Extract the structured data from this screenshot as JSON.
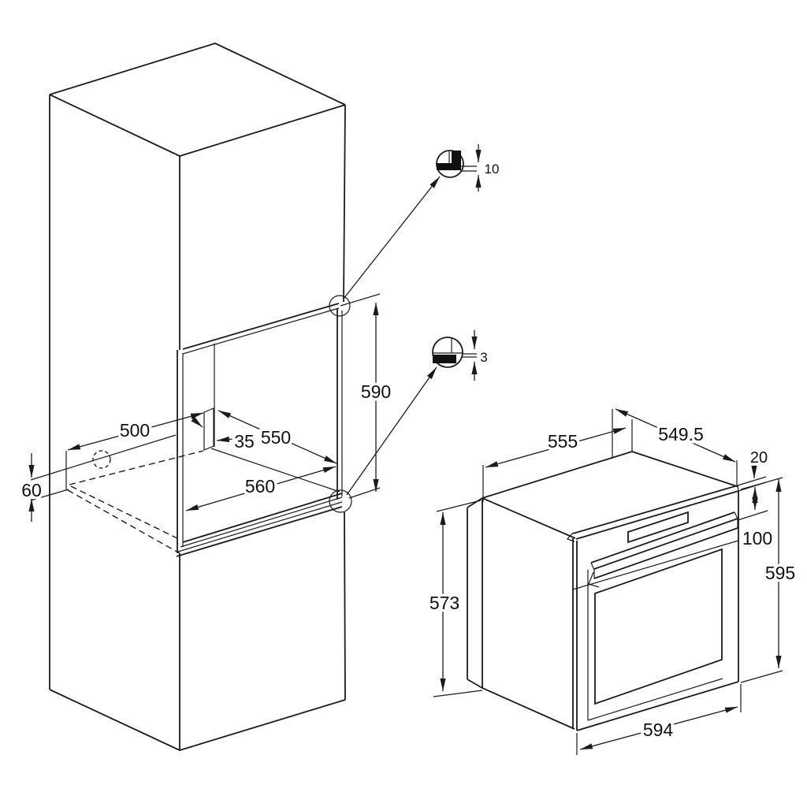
{
  "diagram": {
    "niche": {
      "shelf_depth": "500",
      "baffle_gap": "35",
      "depth": "550",
      "width": "560",
      "height": "590",
      "vent_gap": "60"
    },
    "details": {
      "top_overlap": "10",
      "bottom_overlap": "3"
    },
    "oven": {
      "body_depth": "555",
      "body_width": "549.5",
      "top_clearance": "20",
      "panel_height": "100",
      "body_height": "573",
      "frame_height": "595",
      "frame_width": "594"
    }
  }
}
